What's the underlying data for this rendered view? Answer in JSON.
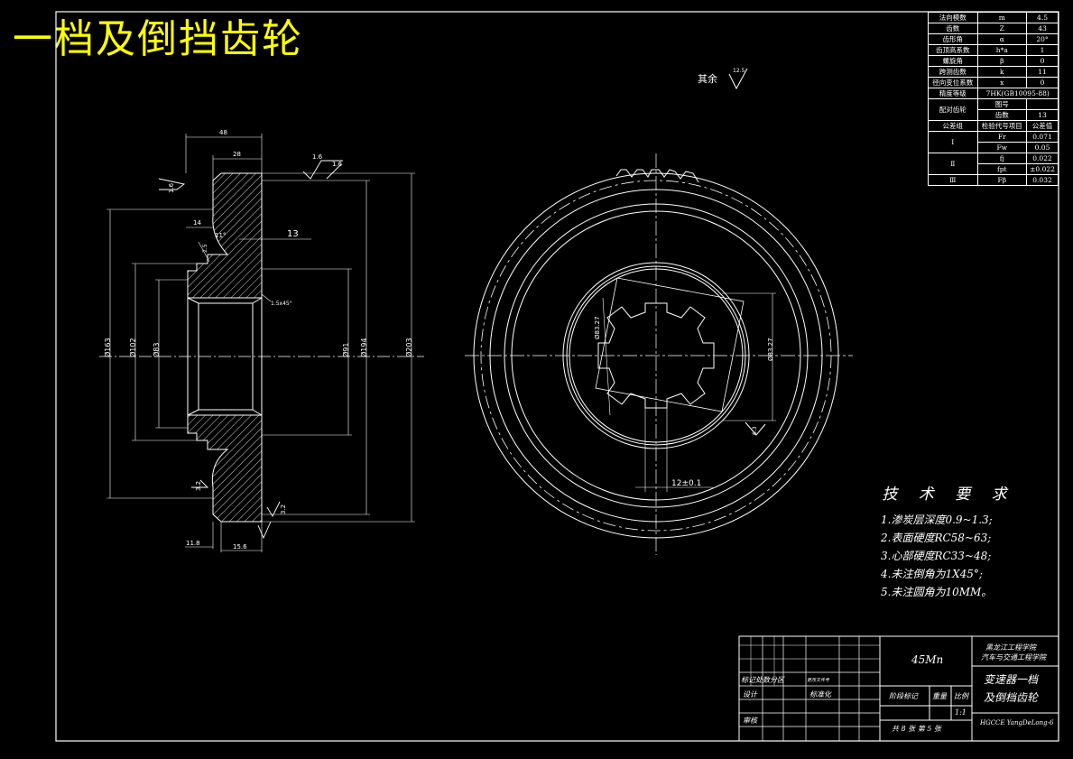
{
  "title": "一档及倒挡齿轮",
  "surface": {
    "rest_label": "其余",
    "rest_value": "12.5"
  },
  "side_view": {
    "width_top": "48",
    "width_inner": "28",
    "rough_a": "1.6",
    "rough_b": "1.6",
    "rough_left": "1.6",
    "dim_14": "14",
    "dim_11": "11°",
    "dim_13": "13",
    "dim_r": "2.5",
    "chamfer": "1.5x45°",
    "d1": "Ø163",
    "d2": "Ø102",
    "d3": "Ø83",
    "d4": "Ø91",
    "d5": "Ø194",
    "d6": "Ø203",
    "rough_bottom_left": "3.2",
    "rough_bottom_right": "3.2",
    "bot_left": "11.8",
    "bot_mid": "15.6"
  },
  "front_view": {
    "spline_a": "Ø83.27",
    "spline_b": "Ø83.27",
    "key_width": "12±0.1",
    "rough_key": "6.3"
  },
  "param_table": {
    "rows": [
      [
        "法向模数",
        "m",
        "4.5"
      ],
      [
        "齿数",
        "Z",
        "43"
      ],
      [
        "齿形角",
        "α",
        "20°"
      ],
      [
        "齿顶高系数",
        "h*a",
        "1"
      ],
      [
        "螺旋角",
        "β",
        "0"
      ],
      [
        "跨测齿数",
        "k",
        "11"
      ],
      [
        "径向变位系数",
        "x",
        "0"
      ]
    ],
    "grade_label": "精度等级",
    "grade_value": "7HK(GB10095-88)",
    "mating_label": "配对齿轮",
    "mating_code_label": "图号",
    "mating_teeth_label": "齿数",
    "mating_teeth_value": "13",
    "group_label": "公差组",
    "check_label": "检验代号项目",
    "tol_label": "公差值",
    "groups": [
      {
        "group": "Ⅰ",
        "items": [
          [
            "Fr",
            "0.071"
          ],
          [
            "Fw",
            "0.05"
          ]
        ]
      },
      {
        "group": "Ⅱ",
        "items": [
          [
            "fj",
            "0.022"
          ],
          [
            "fpt",
            "±0.022"
          ]
        ]
      },
      {
        "group": "Ⅲ",
        "items": [
          [
            "Fβ",
            "0.032"
          ]
        ]
      }
    ]
  },
  "tech": {
    "heading": "技 术 要 求",
    "items": [
      "1.渗炭层深度0.9~1.3;",
      "2.表面硬度RC58~63;",
      "3.心部硬度RC33~48;",
      "4.未注倒角为1X45°;",
      "5.未注圆角为10MM。"
    ]
  },
  "title_block": {
    "material": "45Mn",
    "school_1": "黑龙江工程学院",
    "school_2": "汽车与交通工程学院",
    "part_name_1": "变速器一档",
    "part_name_2": "及倒档齿轮",
    "rev_header": "标记处数分区",
    "doc_no": "更改文件号",
    "design_label": "设计",
    "std_label": "标准化",
    "check_label": "审核",
    "stage_label": "阶段标记",
    "weight_label": "重量",
    "scale_label": "比例",
    "scale_value": "1:1",
    "sheets": "共 8 张  第 5 张",
    "drawing_no": "HGCCE YangDeLong-6"
  },
  "colors": {
    "line": "#ffffff",
    "title": "#ffff00",
    "bg": "#000000"
  }
}
